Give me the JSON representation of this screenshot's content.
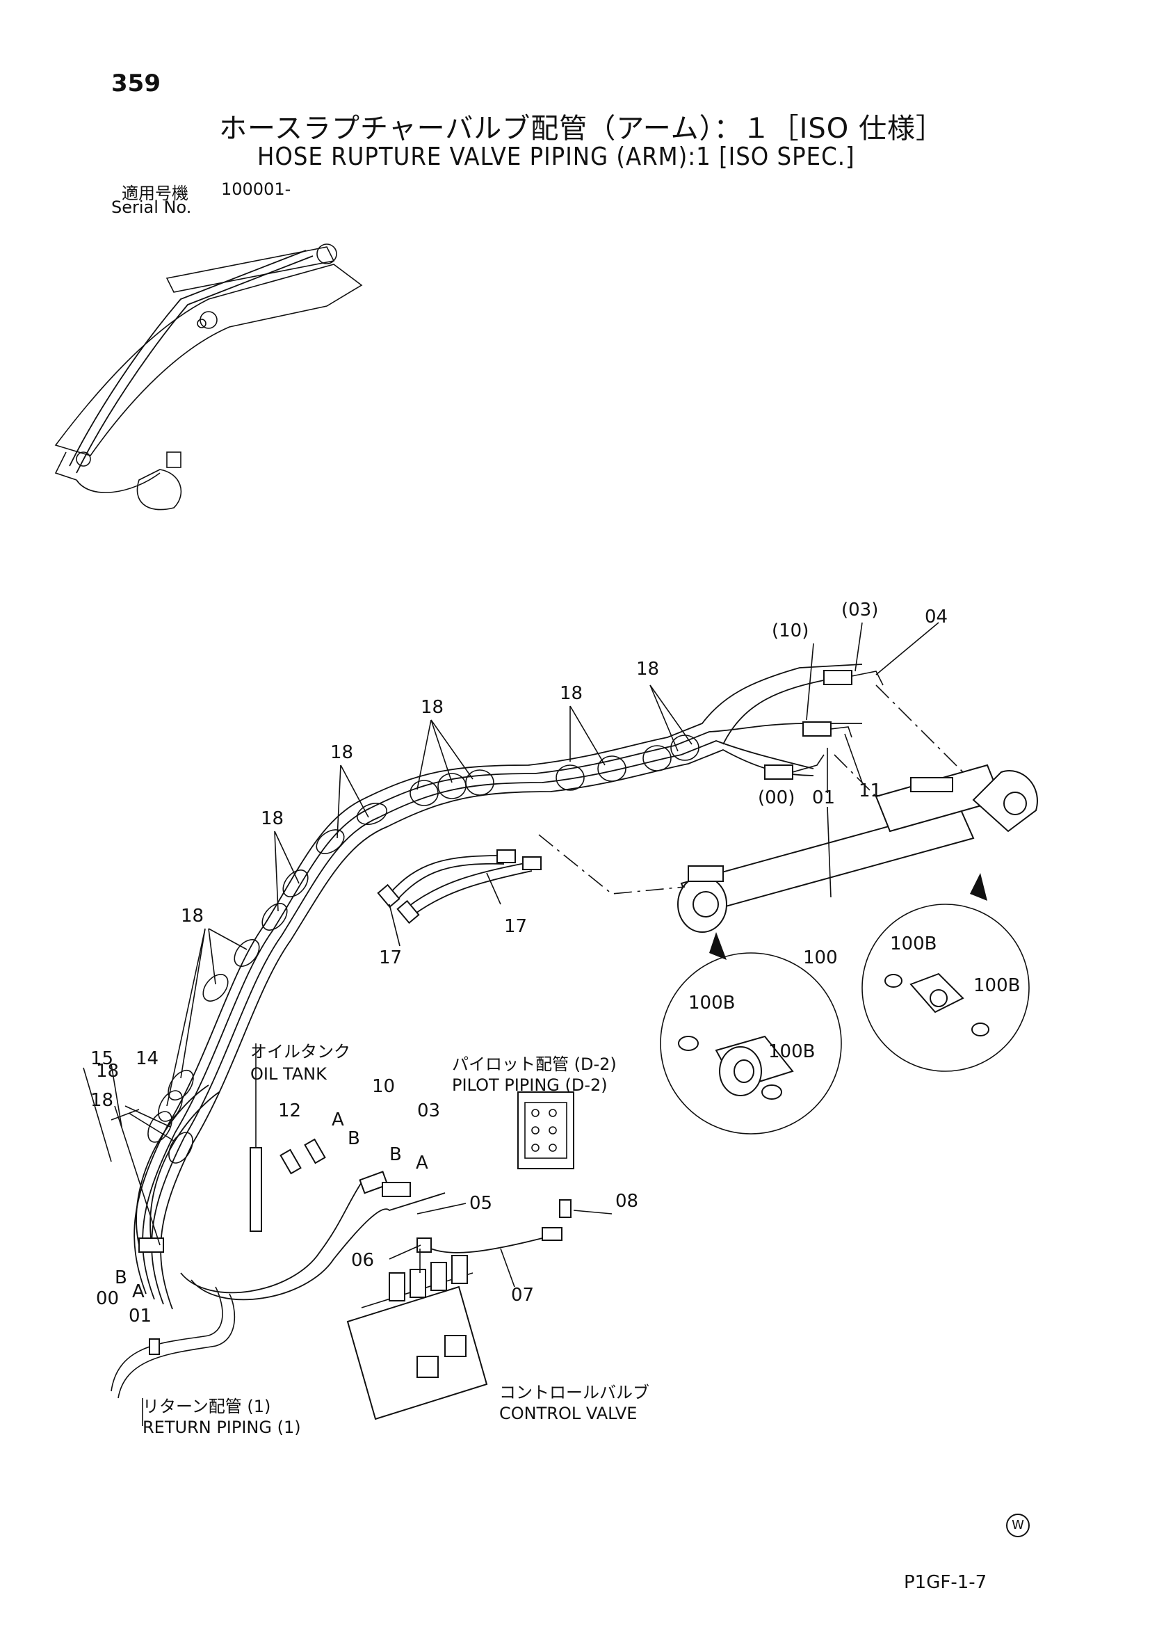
{
  "header": {
    "page_number": "359",
    "title_jp": "ホースラプチャーバルブ配管（アーム）：１［ISO 仕様］",
    "title_en": "HOSE RUPTURE VALVE PIPING (ARM):1 [ISO SPEC.]",
    "serial_label_jp": "適用号機",
    "serial_label_en": "Serial No.",
    "serial_value": "100001-"
  },
  "callouts": {
    "c18": "18",
    "c17": "17",
    "c15": "15",
    "c14": "14",
    "c12": "12",
    "c10": "10",
    "c03": "03",
    "c05": "05",
    "c06": "06",
    "c07": "07",
    "c08": "08",
    "c00": "00",
    "c01": "01",
    "c10p": "(10)",
    "c03p": "(03)",
    "c04": "04",
    "c11": "11",
    "c00p": "(00)",
    "c100": "100",
    "c100b": "100B",
    "port_a": "A",
    "port_b": "B"
  },
  "references": {
    "oil_tank_jp": "オイルタンク",
    "oil_tank_en": "OIL TANK",
    "pilot_piping_jp": "パイロット配管 (D-2)",
    "pilot_piping_en": "PILOT PIPING (D-2)",
    "return_piping_jp": "リターン配管 (1)",
    "return_piping_en": "RETURN PIPING (1)",
    "control_valve_jp": "コントロールバルブ",
    "control_valve_en": "CONTROL VALVE"
  },
  "footer": {
    "watermark": "W",
    "diagram_code": "P1GF-1-7"
  }
}
